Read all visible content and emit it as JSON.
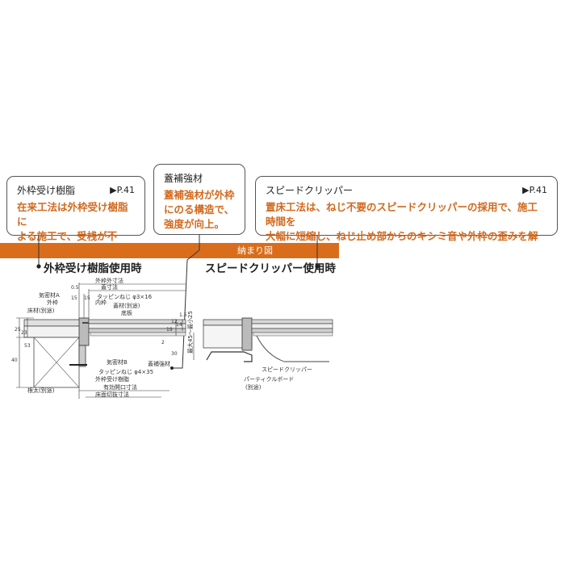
{
  "callouts": {
    "frame_resin": {
      "title": "外枠受け樹脂",
      "ref": "▶P.41",
      "text_line1": "在来工法は外枠受け樹脂に",
      "text_line2": "よる施工で、受桟が不要。"
    },
    "reinforcement": {
      "title": "蓋補強材",
      "text_line1": "蓋補強材が外枠",
      "text_line2": "にのる構造で、",
      "text_line3": "強度が向上。"
    },
    "speed_clipper": {
      "title": "スピードクリッパー",
      "ref": "▶P.41",
      "text_line1": "置床工法は、ねじ不要のスピードクリッパーの採用で、施工時間を",
      "text_line2": "大幅に短縮し、ねじ止め部からのキシミ音や外枠の歪みを解消。"
    }
  },
  "band": {
    "label": "納まり図"
  },
  "sections": {
    "left": "外枠受け樹脂使用時",
    "right": "スピードクリッパー使用時"
  },
  "left_labels": {
    "outer_frame_size": "外枠外寸法",
    "lid_size": "蓋寸法",
    "gasket_a": "気密材A",
    "outer_frame": "外枠",
    "floor_material": "床材(別途)",
    "inner_frame": "内枠",
    "tapping_screw_top": "タッピンねじ φ3×16",
    "lid_material": "蓋材(別途)",
    "bottom_plate": "底板",
    "gasket_b": "気密材B",
    "lid_reinforcement": "蓋補強材",
    "tapping_screw_bottom": "タッピンねじ φ4×35",
    "frame_resin": "外枠受け樹脂",
    "effective_opening": "有効開口寸法",
    "floor_cut_size": "床面切抜寸法",
    "joist": "根太(別途)"
  },
  "left_dims": {
    "d05": "0.5",
    "d15a": "15",
    "d15b": "15",
    "d25": "25",
    "d23": "23",
    "d53": "53",
    "d40": "40",
    "d2": "2",
    "d19": "19",
    "d12": "12",
    "d14": "14",
    "d15c": "1.5",
    "d30": "30"
  },
  "right_labels": {
    "max_height": "最大45～最小25",
    "speed_clipper": "スピードクリッパー",
    "particle_board": "パーティクルボード",
    "separate": "(別途)"
  }
}
